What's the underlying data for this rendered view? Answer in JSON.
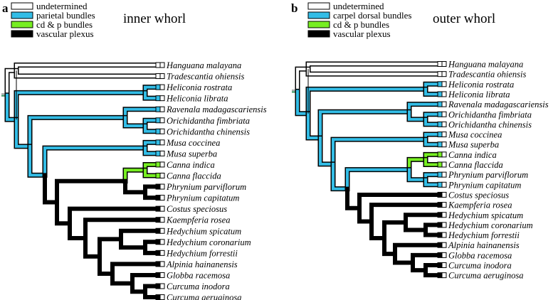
{
  "colors": {
    "undetermined": "#ffffff",
    "parietal": "#33bde6",
    "cdp": "#77ee22",
    "plexus": "#000000",
    "outline": "#000000"
  },
  "panels": [
    {
      "letter": "a",
      "whorl": "inner whorl",
      "legend": [
        "undetermined",
        "parietal bundles",
        "cd & p bundles",
        "vascular plexus"
      ],
      "taxa": [
        "Hanguana malayana",
        "Tradescantia ohiensis",
        "Heliconia rostrata",
        "Heliconia librata",
        "Ravenala madagascariensis",
        "Orichidantha fimbriata",
        "Orichidantha chinensis",
        "Musa coccinea",
        "Musa superba",
        "Canna indica",
        "Canna flaccida",
        "Phrynium parviflorum",
        "Phrynium capitatum",
        "Costus speciosus",
        "Kaempferia rosea",
        "Hedychium spicatum",
        "Hedychium coronarium",
        "Hedychium forrestii",
        "Alpinia hainanensis",
        "Globba racemosa",
        "Curcuma inodora",
        "Curcuma aeruginosa"
      ],
      "tip_states": [
        "U",
        "U",
        "P",
        "P",
        "P",
        "P",
        "P",
        "P",
        "P",
        "C",
        "C",
        "V",
        "V",
        "V",
        "V",
        "V",
        "V",
        "V",
        "V",
        "V",
        "V",
        "V"
      ]
    },
    {
      "letter": "b",
      "whorl": "outer whorl",
      "legend": [
        "undetermined",
        "carpel dorsal bundles",
        "cd & p bundles",
        "vascular plexus"
      ],
      "taxa": [
        "Hanguana malayana",
        "Tradescantia ohiensis",
        "Heliconia rostrata",
        "Heliconia librata",
        "Ravenala madagascariensis",
        "Orichidantha fimbriata",
        "Orichidantha chinensis",
        "Musa coccinea",
        "Musa superba",
        "Canna indica",
        "Canna flaccida",
        "Phrynium parviflorum",
        "Phrynium capitatum",
        "Costus speciosus",
        "Kaempferia rosea",
        "Hedychium spicatum",
        "Hedychium coronarium",
        "Hedychium forrestii",
        "Alpinia hainanensis",
        "Globba racemosa",
        "Curcuma inodora",
        "Curcuma aeruginosa"
      ],
      "tip_states": [
        "U",
        "U",
        "P",
        "P",
        "P",
        "P",
        "P",
        "P",
        "P",
        "C",
        "C",
        "P",
        "P",
        "V",
        "V",
        "V",
        "V",
        "V",
        "V",
        "V",
        "V",
        "V"
      ]
    }
  ]
}
